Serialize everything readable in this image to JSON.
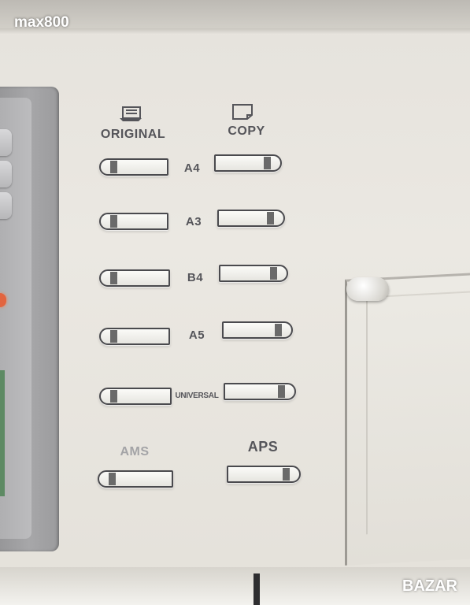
{
  "watermark": "max800",
  "panel": {
    "headers": {
      "original": "ORIGINAL",
      "copy": "COPY"
    },
    "sizes": [
      "A4",
      "A3",
      "B4",
      "A5",
      "UNIVERSAL"
    ],
    "ams": "AMS",
    "aps": "APS"
  },
  "logo": "BAZAR",
  "colors": {
    "panel": "#ebe8e2",
    "led": "#e2643e",
    "text": "#55555a"
  }
}
